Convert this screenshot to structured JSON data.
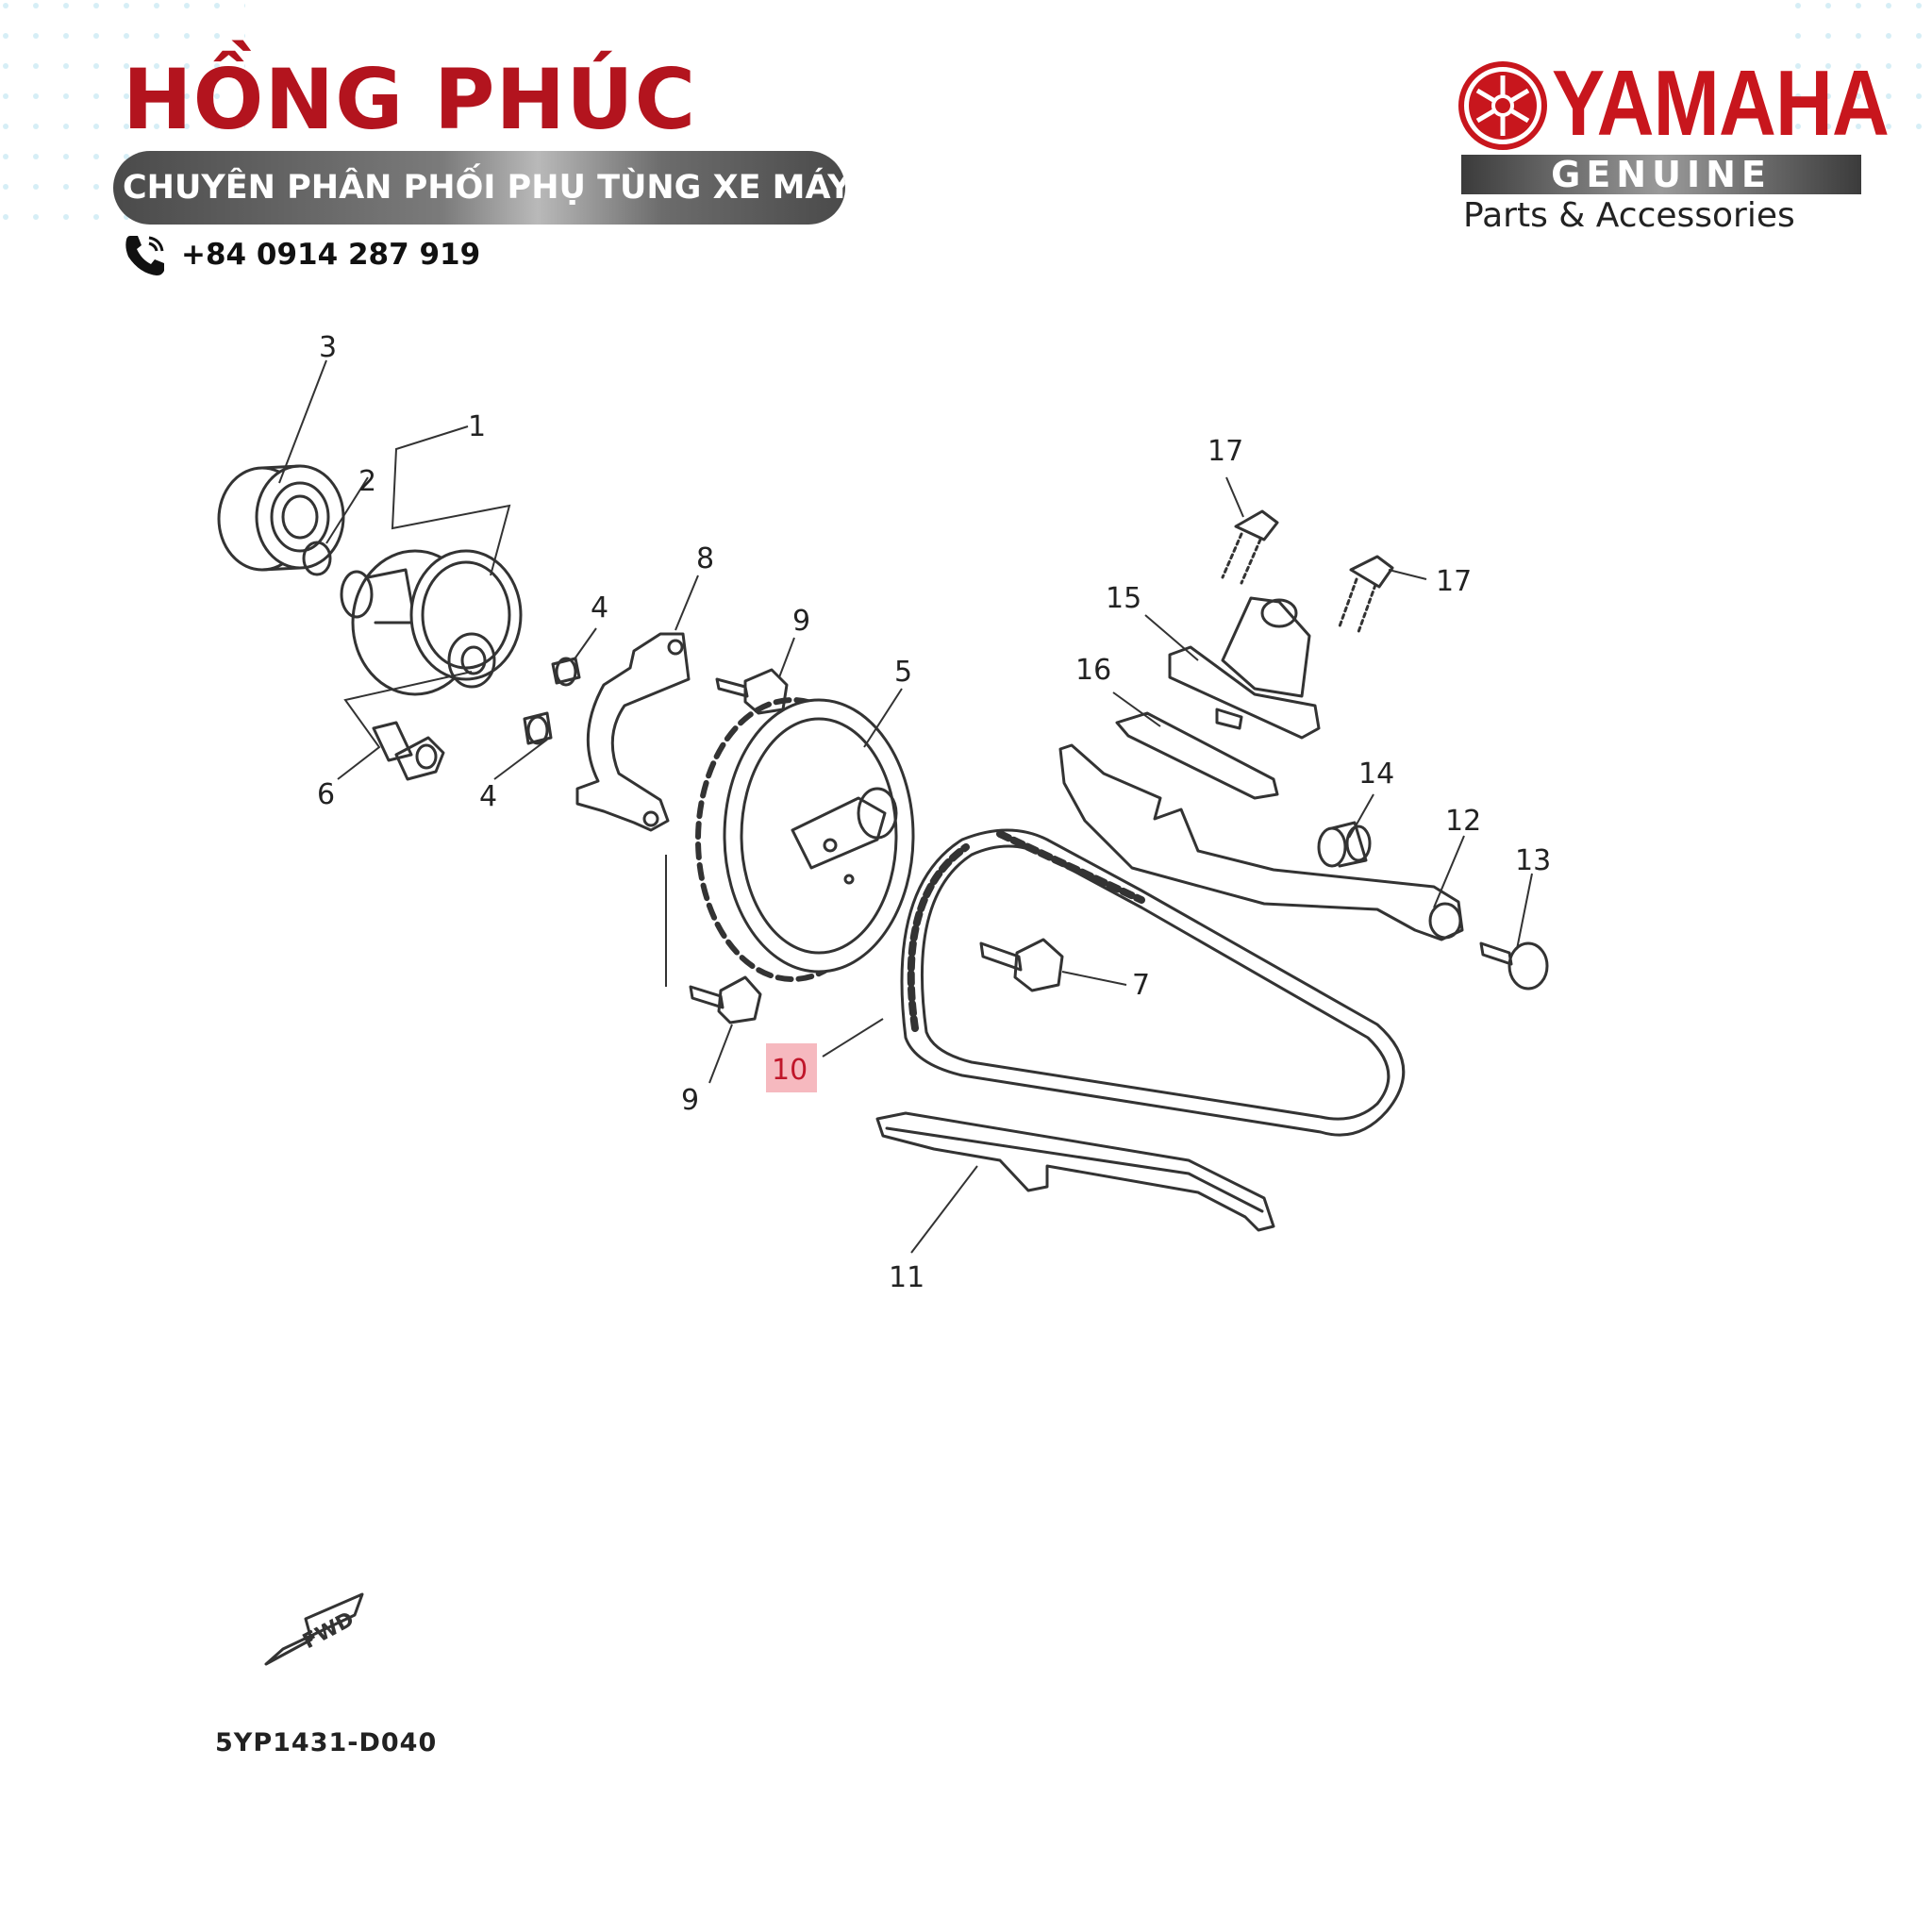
{
  "header": {
    "brand": "HỒNG PHÚC",
    "tagline": "CHUYÊN PHÂN PHỐI PHỤ TÙNG XE MÁY",
    "phone": "+84 0914 287 919"
  },
  "logo": {
    "name": "YAMAHA",
    "genuine": "GENUINE",
    "subtitle": "Parts & Accessories"
  },
  "colors": {
    "brand_red": "#b3141e",
    "yamaha_red": "#c8161d",
    "highlight_box": "#f6b9bf",
    "line": "#333333"
  },
  "diagram": {
    "callouts": [
      "1",
      "2",
      "3",
      "4",
      "4",
      "5",
      "6",
      "7",
      "8",
      "9",
      "9",
      "10",
      "11",
      "12",
      "13",
      "14",
      "15",
      "16",
      "17",
      "17"
    ],
    "highlighted": "10",
    "fwd_label": "FWD",
    "ref_code": "5YP1431-D040"
  }
}
